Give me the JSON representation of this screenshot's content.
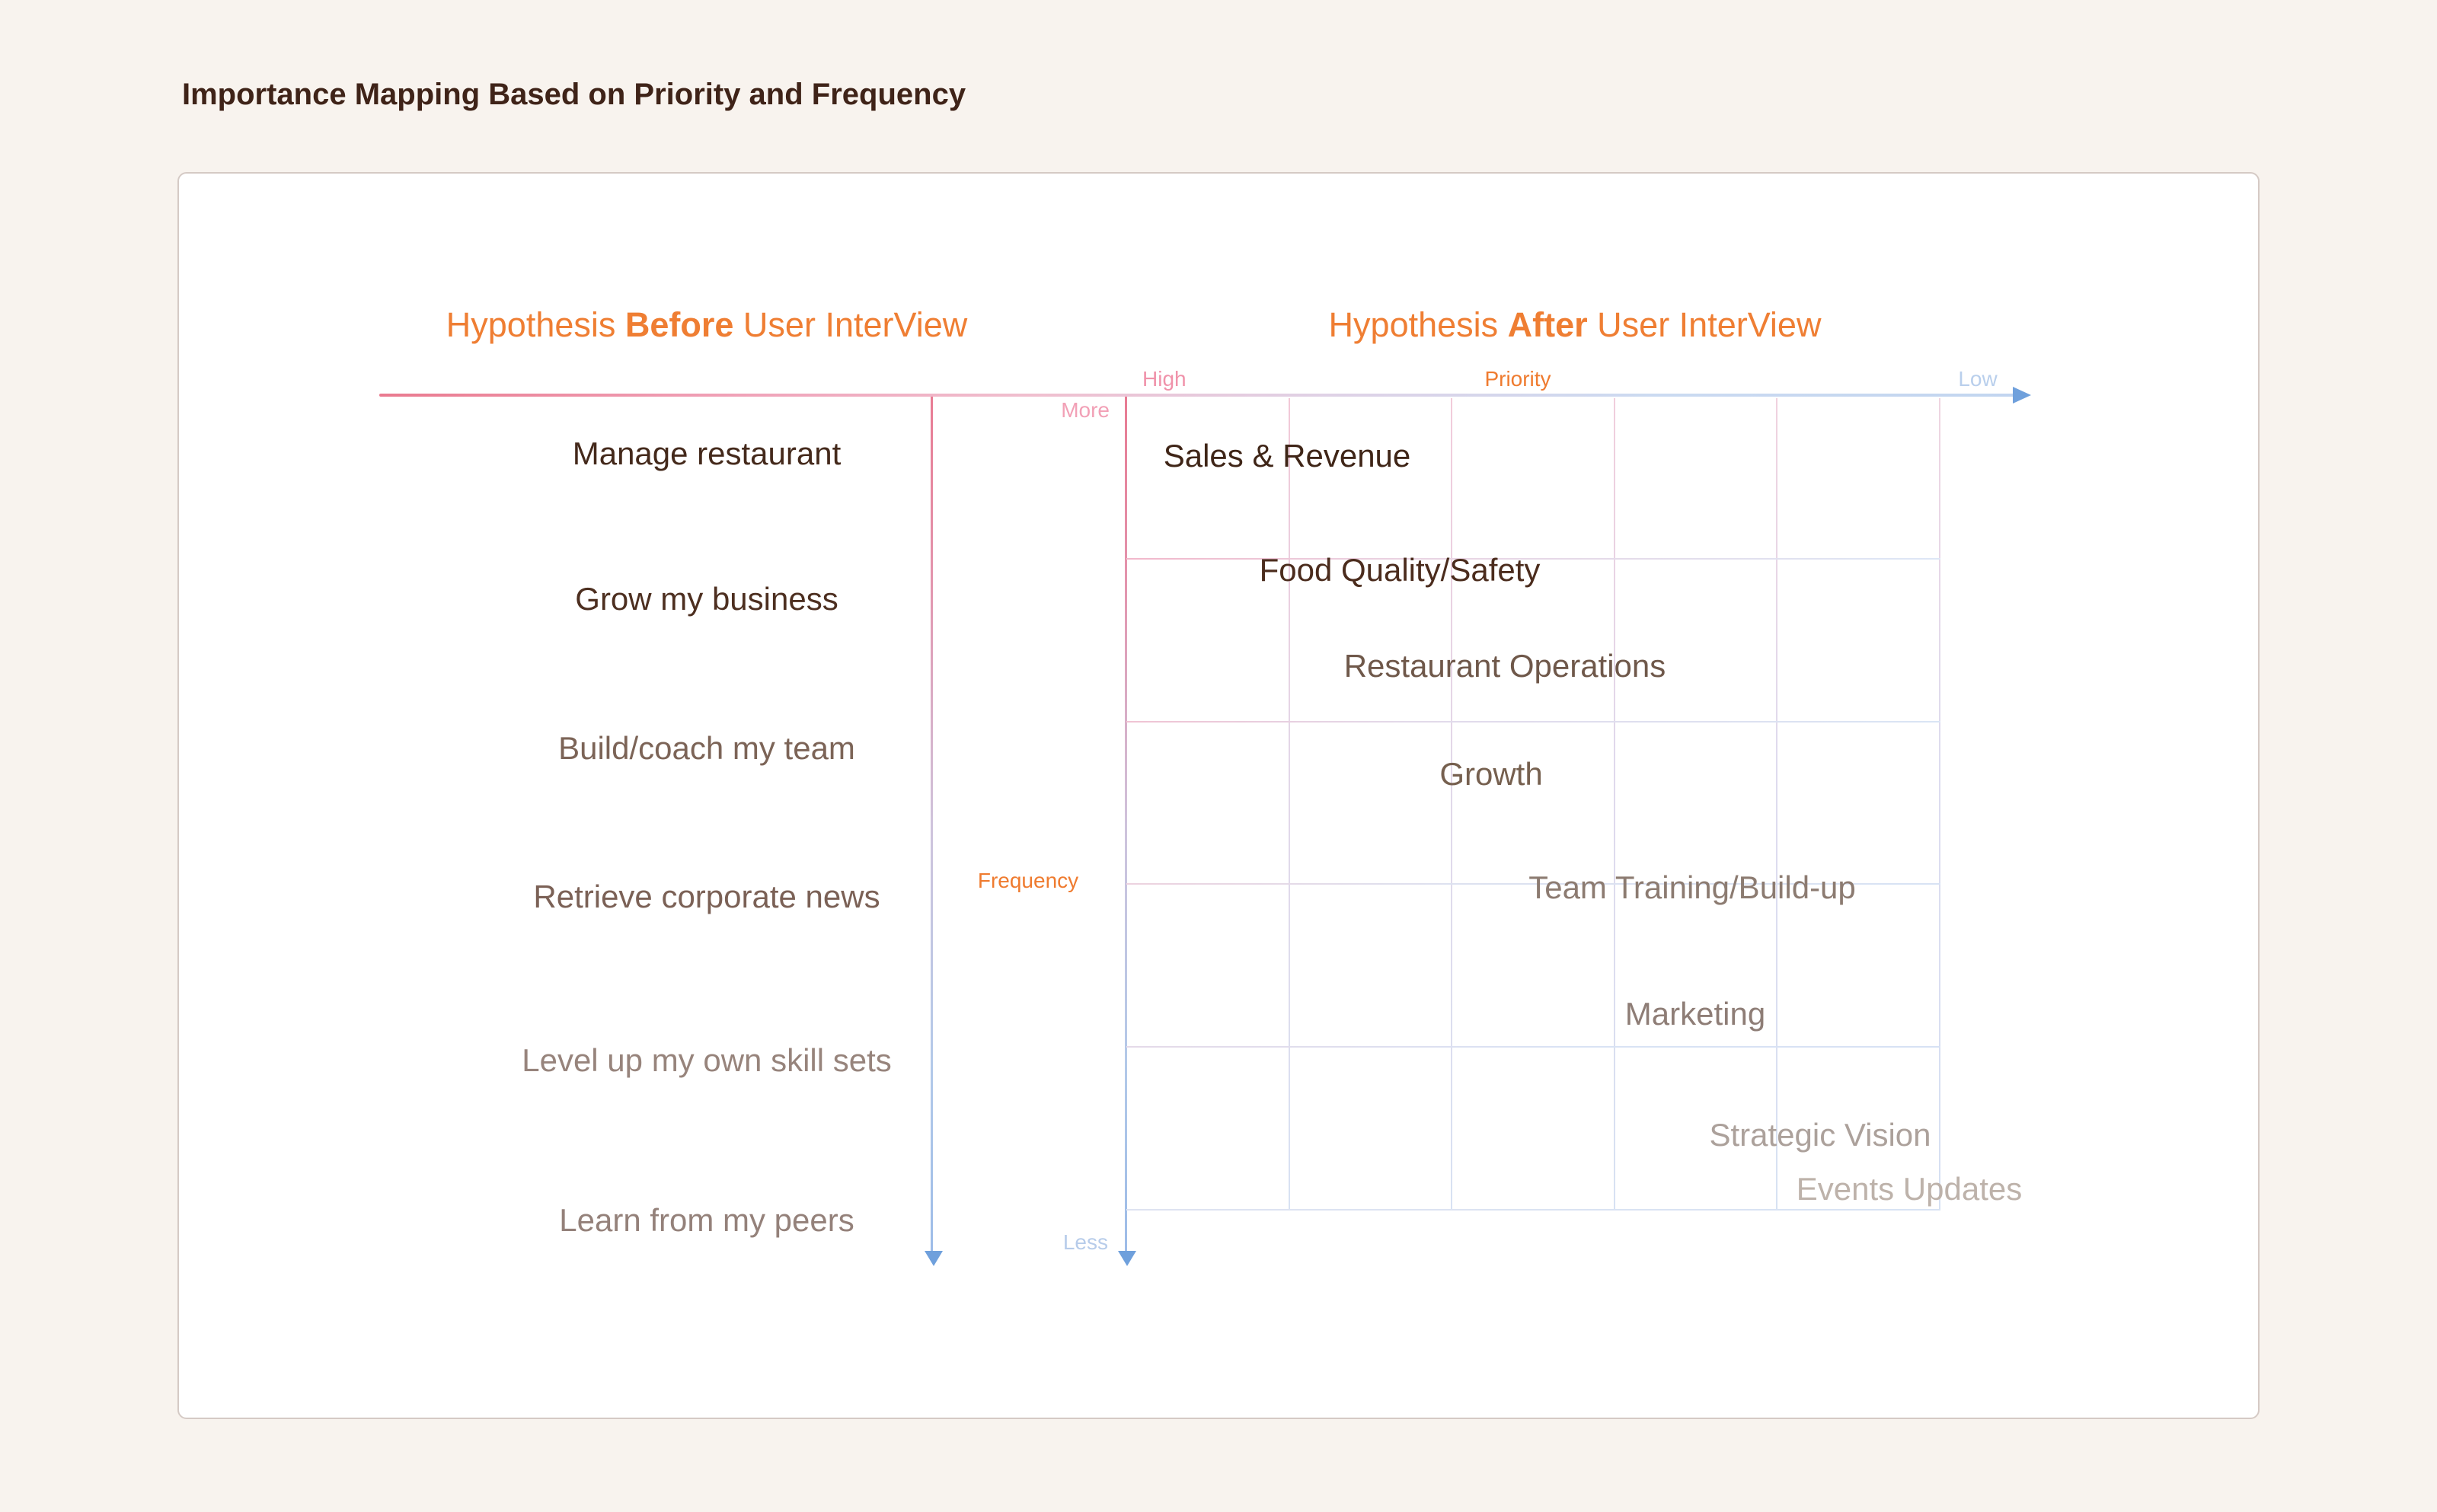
{
  "page": {
    "title": "Importance Mapping Based on Priority and Frequency"
  },
  "headings": {
    "before": {
      "pre": "Hypothesis ",
      "bold": "Before",
      "post": " User InterView"
    },
    "after": {
      "pre": "Hypothesis ",
      "bold": "After",
      "post": " User InterView"
    }
  },
  "axes": {
    "priority": {
      "label": "Priority",
      "high_end": "High",
      "low_end": "Low"
    },
    "frequency": {
      "label": "Frequency",
      "more_end": "More",
      "less_end": "Less"
    }
  },
  "before_list": {
    "items": [
      {
        "rank": 1,
        "label": "Manage restaurant"
      },
      {
        "rank": 2,
        "label": "Grow my business"
      },
      {
        "rank": 3,
        "label": "Build/coach my team"
      },
      {
        "rank": 4,
        "label": "Retrieve corporate news"
      },
      {
        "rank": 5,
        "label": "Level up my own skill sets"
      },
      {
        "rank": 6,
        "label": "Learn from my peers"
      }
    ]
  },
  "after_grid": {
    "rows": 5,
    "cols": 5,
    "items": [
      {
        "rank": 1,
        "label": "Sales & Revenue"
      },
      {
        "rank": 2,
        "label": "Food Quality/Safety"
      },
      {
        "rank": 3,
        "label": "Restaurant Operations"
      },
      {
        "rank": 4,
        "label": "Growth"
      },
      {
        "rank": 5,
        "label": "Team Training/Build-up"
      },
      {
        "rank": 6,
        "label": "Marketing"
      },
      {
        "rank": 7,
        "label": "Strategic Vision"
      },
      {
        "rank": 8,
        "label": "Events Updates"
      }
    ]
  },
  "colors": {
    "page_background": "#F8F3EE",
    "card_background": "#FFFFFF",
    "card_border": "#D5CAC5",
    "title_text": "#3F2318",
    "heading_orange": "#EF7E33",
    "axis_pink": "#EA7A8F",
    "axis_blue": "#C2D5F0",
    "arrow_blue": "#6FA0DC",
    "label_high_pink": "#F092AA",
    "label_low_blue": "#B9CFEC",
    "label_orange": "#EF7B2F",
    "text_fade_dark": "#3F2517",
    "text_fade_light": "#BDB2AA"
  }
}
